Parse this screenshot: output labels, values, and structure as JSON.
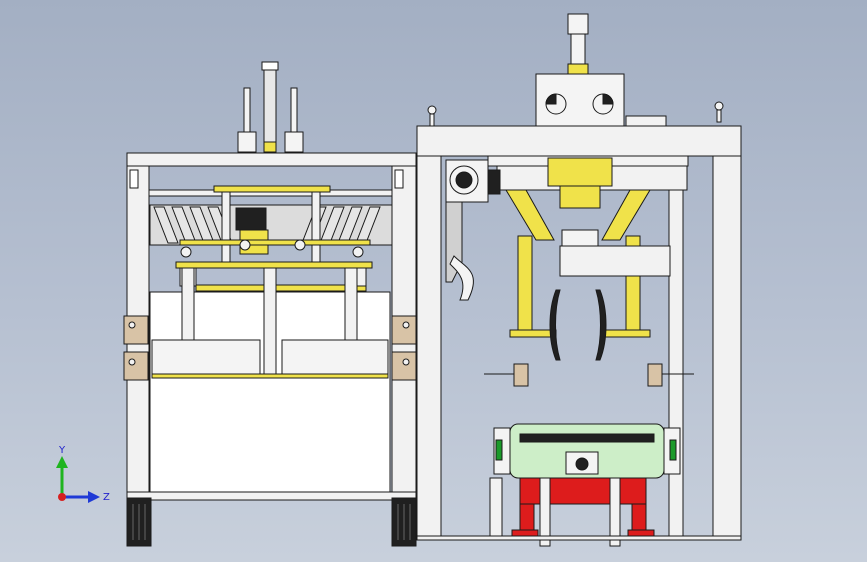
{
  "viewport": {
    "background_top": "#a3afc3",
    "background_bottom": "#c8d0dc"
  },
  "palette": {
    "frame": "#f2f2f2",
    "outline": "#1a1a1a",
    "yellow": "#f0e24a",
    "red": "#dd1c1c",
    "green_drum": "#cdeec8",
    "green_accent": "#1a9a2a",
    "tan": "#d8c3a6",
    "dark": "#202020"
  },
  "axis_triad": {
    "y_label": "Y",
    "z_label": "Z",
    "y_color": "#1fb41f",
    "z_color": "#1f3ad6",
    "x_color": "#d62020"
  },
  "assemblies": [
    {
      "id": "left-frame-assembly"
    },
    {
      "id": "right-frame-assembly"
    }
  ]
}
